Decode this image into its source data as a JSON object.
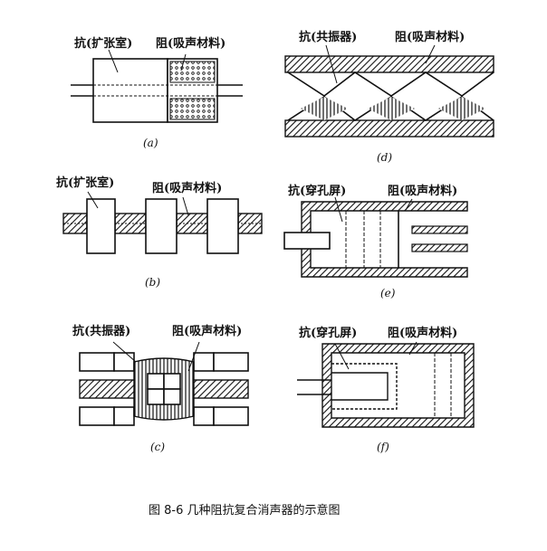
{
  "labels": {
    "a_left": "抗(扩张室)",
    "a_right": "阻(吸声材料)",
    "b_left": "抗(扩张室)",
    "b_right": "阻(吸声材料)",
    "c_left": "抗(共振器)",
    "c_right": "阻(吸声材料)",
    "d_left": "抗(共振器)",
    "d_right": "阻(吸声材料)",
    "e_left": "抗(穿孔屏)",
    "e_right": "阻(吸声材料)",
    "f_left": "抗(穿孔屏)",
    "f_right": "阻(吸声材料)"
  },
  "subcaptions": {
    "a": "(a)",
    "b": "(b)",
    "c": "(c)",
    "d": "(d)",
    "e": "(e)",
    "f": "(f)"
  },
  "caption": "图 8-6  几种阻抗复合消声器的示意图",
  "colors": {
    "ink": "#111111",
    "paper": "#ffffff"
  }
}
